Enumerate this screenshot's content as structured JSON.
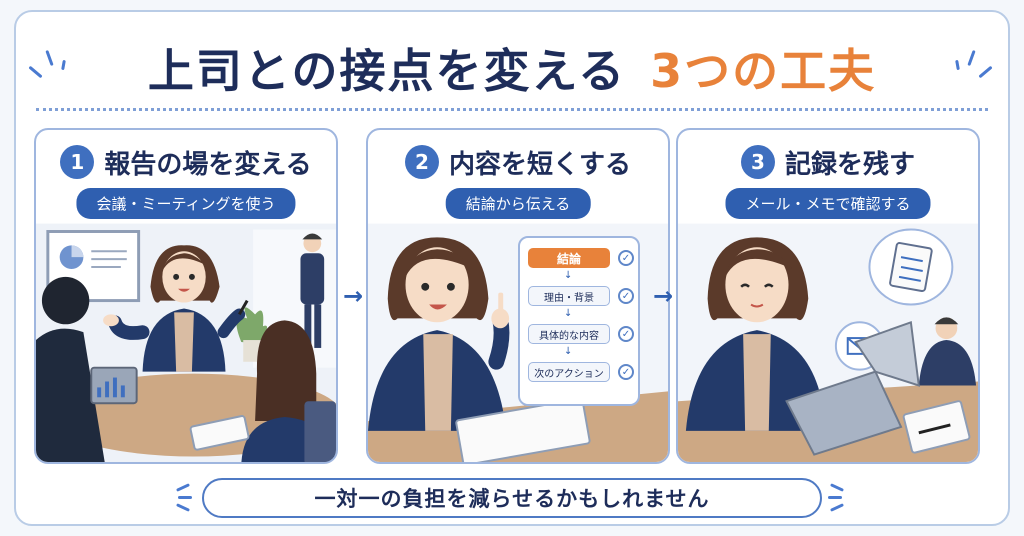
{
  "title": {
    "main": "上司との接点を変える",
    "accent": "3つの工夫"
  },
  "panels": [
    {
      "number": "1",
      "title": "報告の場を変える",
      "subtitle": "会議・ミーティングを使う"
    },
    {
      "number": "2",
      "title": "内容を短くする",
      "subtitle": "結論から伝える",
      "flow": [
        "結論",
        "理由・背景",
        "具体的な内容",
        "次のアクション"
      ]
    },
    {
      "number": "3",
      "title": "記録を残す",
      "subtitle": "メール・メモで確認する"
    }
  ],
  "banner": "一対一の負担を減らせるかもしれません",
  "colors": {
    "navy": "#1e2d5a",
    "accent": "#e8823a",
    "blue": "#2f5fb0",
    "border": "#9fb6df"
  },
  "icons": {
    "arrow": "→",
    "check": "✓",
    "flow_down": "↓"
  }
}
